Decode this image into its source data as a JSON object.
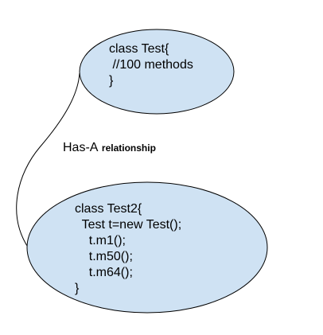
{
  "colors": {
    "ellipse_fill": "#cfe2f3",
    "ellipse_stroke": "#000000",
    "connector": "#000000",
    "text": "#000000"
  },
  "class_test": {
    "lines": [
      "class Test{",
      " //100 methods",
      "}"
    ]
  },
  "relationship": {
    "main": "Has-A",
    "sub": "relationship"
  },
  "class_test2": {
    "lines": [
      "class Test2{",
      "  Test t=new Test();",
      "    t.m1();",
      "    t.m50();",
      "    t.m64();",
      "}"
    ]
  }
}
